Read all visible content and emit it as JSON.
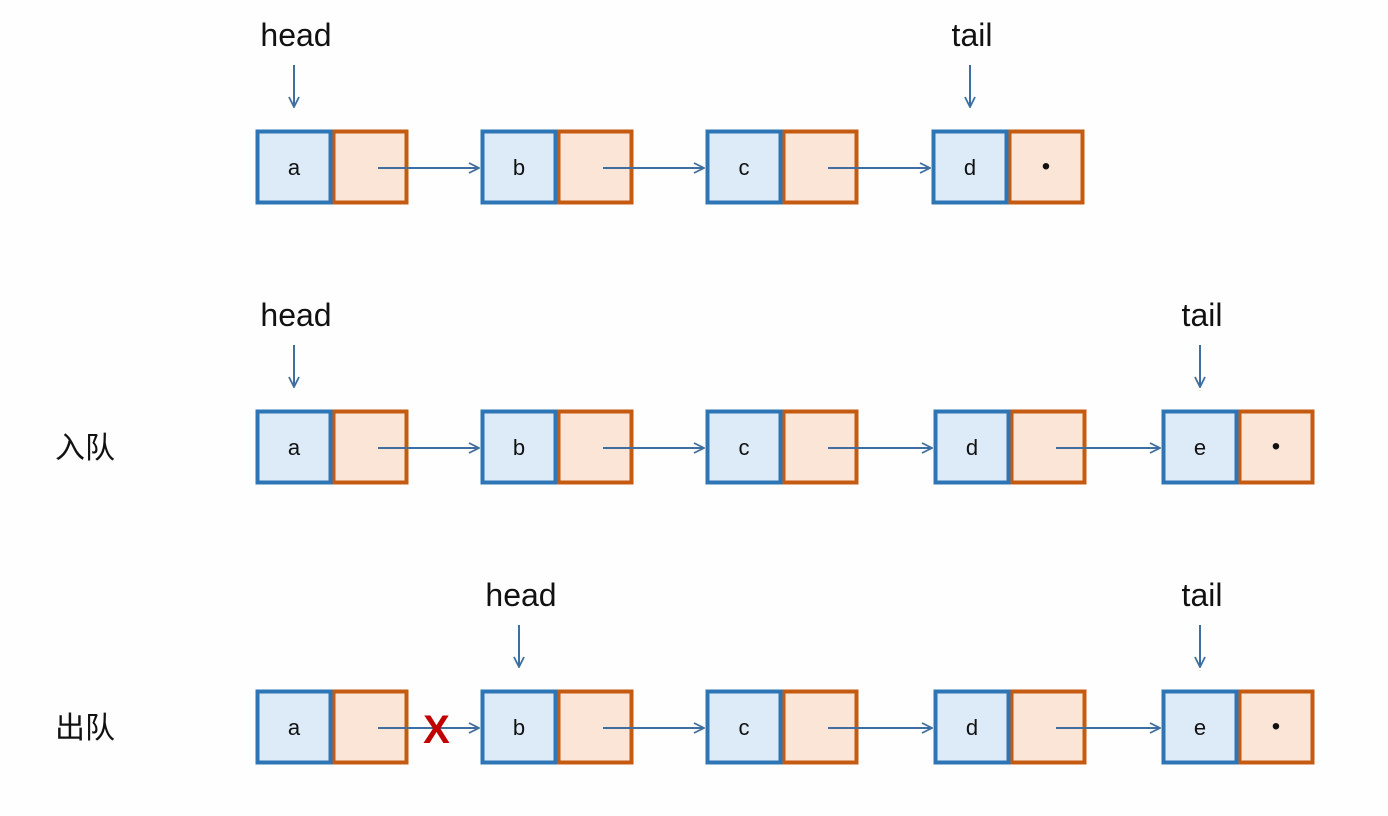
{
  "colors": {
    "data_fill": "#ddeaf7",
    "data_stroke": "#2e75b6",
    "next_fill": "#fbe5d6",
    "next_stroke": "#c55a11",
    "arrow": "#3f6fa0",
    "cut_mark": "#c00000"
  },
  "rows": [
    {
      "label": "",
      "nodes": [
        "a",
        "b",
        "c",
        "d"
      ],
      "pointers": [
        {
          "text": "head",
          "node": 0
        },
        {
          "text": "tail",
          "node": 3
        }
      ],
      "cut_after": null
    },
    {
      "label": "入队",
      "nodes": [
        "a",
        "b",
        "c",
        "d",
        "e"
      ],
      "pointers": [
        {
          "text": "head",
          "node": 0
        },
        {
          "text": "tail",
          "node": 4
        }
      ],
      "cut_after": null
    },
    {
      "label": "出队",
      "nodes": [
        "a",
        "b",
        "c",
        "d",
        "e"
      ],
      "pointers": [
        {
          "text": "head",
          "node": 1
        },
        {
          "text": "tail",
          "node": 4
        }
      ],
      "cut_after": 0
    }
  ],
  "null_marker": "•",
  "cut_marker": "X"
}
